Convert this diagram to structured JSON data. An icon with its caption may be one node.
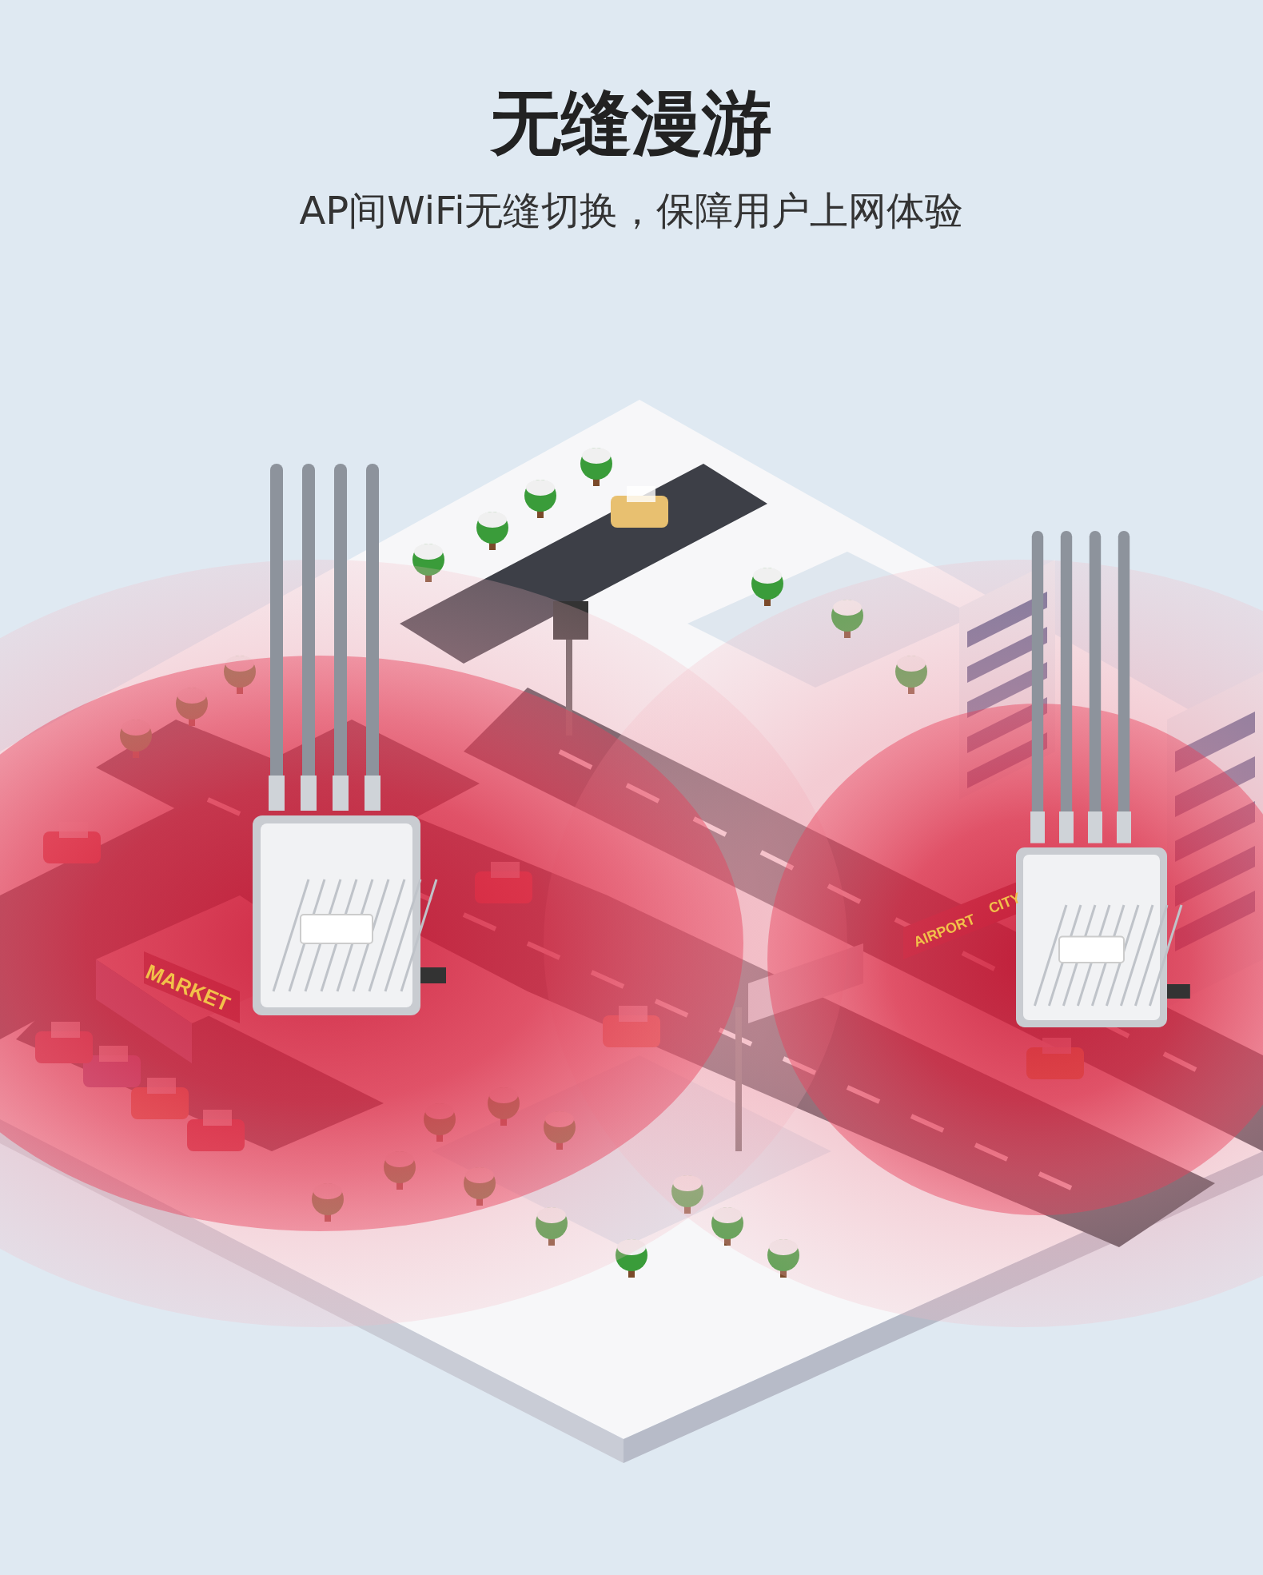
{
  "diagram": {
    "title": "无缝漫游",
    "labels": [
      "AP间WiFi无缝切换，保障用户上网体验",
      "MARKET",
      "AIRPORT",
      "CITY"
    ]
  }
}
